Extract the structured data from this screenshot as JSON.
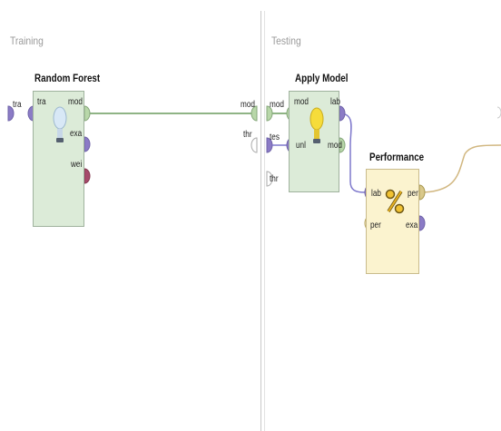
{
  "subprocesses": {
    "training_title": "Training",
    "testing_title": "Testing"
  },
  "boundary_ports": {
    "training_left": "tra",
    "testing_left": [
      "mod",
      "tes",
      "thr"
    ],
    "training_right": [
      "mod",
      "thr"
    ]
  },
  "operators": {
    "random_forest": {
      "title": "Random Forest",
      "inputs": [
        "tra"
      ],
      "outputs": [
        "mod",
        "exa",
        "wei"
      ]
    },
    "apply_model": {
      "title": "Apply Model",
      "inputs": [
        "mod",
        "unl"
      ],
      "outputs": [
        "lab",
        "mod"
      ]
    },
    "performance": {
      "title": "Performance",
      "inputs": [
        "lab",
        "per"
      ],
      "outputs": [
        "per",
        "exa"
      ]
    }
  },
  "icons": {
    "random_forest": "lightbulb-icon",
    "apply_model": "lightbulb-icon",
    "performance": "percent-icon"
  },
  "colors": {
    "operator_green": "#dcebd8",
    "operator_yellow": "#fbf3cf",
    "port_purple": "#8b7bc6",
    "port_olive": "#b8a65c",
    "port_maroon": "#a64a6b",
    "model_wire": "#8fb485",
    "label_wire": "#7e78cc",
    "performance_wire": "#d1b780"
  }
}
